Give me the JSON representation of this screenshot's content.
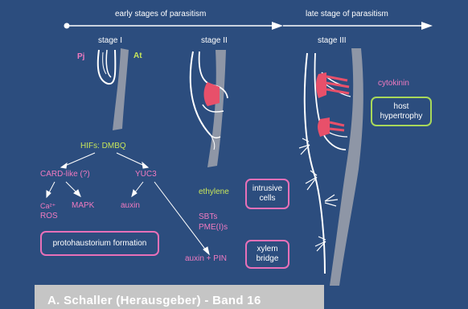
{
  "timeline": {
    "early_label": "early stages of parasitism",
    "late_label": "late stage of parasitism"
  },
  "stages": {
    "stage1": "stage I",
    "stage2": "stage II",
    "stage3": "stage III"
  },
  "species": {
    "parasite": "Pj",
    "host": "At"
  },
  "signaling": {
    "hifs": "HIFs: DMBQ",
    "card_like": "CARD-like (?)",
    "yuc3": "YUC3",
    "ca_ros_line1": "Ca²⁺",
    "ca_ros_line2": "ROS",
    "mapk": "MAPK",
    "auxin": "auxin",
    "protohaustorium": "protohaustorium formation"
  },
  "stage2_factors": {
    "ethylene": "ethylene",
    "intrusive_line1": "intrusive",
    "intrusive_line2": "cells",
    "sbts": "SBTs",
    "pmes": "PME(I)s",
    "auxin_pin": "auxin + PIN",
    "xylem_line1": "xylem",
    "xylem_line2": "bridge"
  },
  "stage3_factors": {
    "cytokinin": "cytokinin",
    "host_line1": "host",
    "host_line2": "hypertrophy"
  },
  "banner": {
    "text": "A. Schaller (Herausgeber) - Band 16"
  },
  "colors": {
    "background": "#2c4d7e",
    "pink": "#f07ac0",
    "green": "#c8e65a",
    "host_root": "#8e96a6",
    "haustorium": "#e8506a"
  }
}
